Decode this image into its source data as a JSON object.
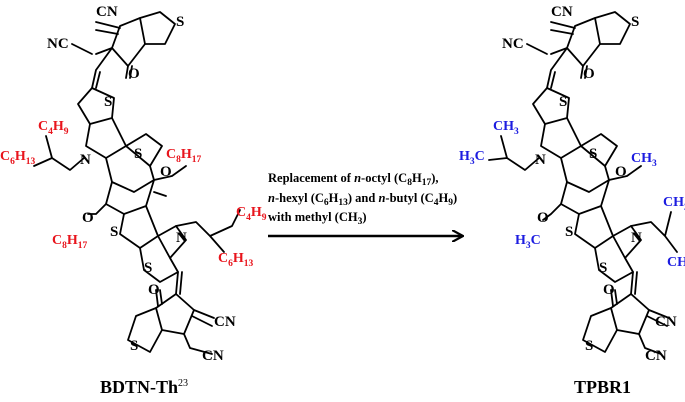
{
  "colors": {
    "bond": "#000000",
    "left_alkyl": "#e8141c",
    "right_alkyl": "#1c1ce0",
    "arrow": "#000000"
  },
  "atoms": {
    "cn": "CN",
    "nc": "NC",
    "s": "S",
    "o": "O",
    "n": "N"
  },
  "left_chains": {
    "top_branch": {
      "c": "C",
      "sub": "4",
      "h": "H",
      "sub2": "9"
    },
    "mid_branch": {
      "c": "C",
      "sub": "6",
      "h": "H",
      "sub2": "13"
    },
    "octyl": {
      "c": "C",
      "sub": "8",
      "h": "H",
      "sub2": "17"
    },
    "bot_branch_top": {
      "c": "C",
      "sub": "4",
      "h": "H",
      "sub2": "9"
    },
    "bot_branch_low": {
      "c": "C",
      "sub": "6",
      "h": "H",
      "sub2": "13"
    }
  },
  "right_chains": {
    "methyl_a": {
      "c": "CH",
      "sub": "3"
    },
    "methyl_b": {
      "h": "H",
      "sub": "3",
      "c": "C"
    }
  },
  "reaction": {
    "line1_pre": "Replacement of ",
    "line1_italic": "n",
    "line1_post": "-octyl (C",
    "line1_s1": "8",
    "line1_h": "H",
    "line1_s2": "17",
    "line1_end": "),",
    "line2_italic": "n",
    "line2_a": "-hexyl (C",
    "line2_s1": "6",
    "line2_h": "H",
    "line2_s2": "13",
    "line2_b": ") and ",
    "line2_italic2": "n",
    "line2_c": "-butyl (C",
    "line2_s3": "4",
    "line2_h2": "H",
    "line2_s4": "9",
    "line2_end": ")",
    "line3_a": "with methyl (CH",
    "line3_s": "3",
    "line3_end": ")"
  },
  "captions": {
    "left": "BDTN-Th",
    "left_sup": "23",
    "right": "TPBR1"
  }
}
